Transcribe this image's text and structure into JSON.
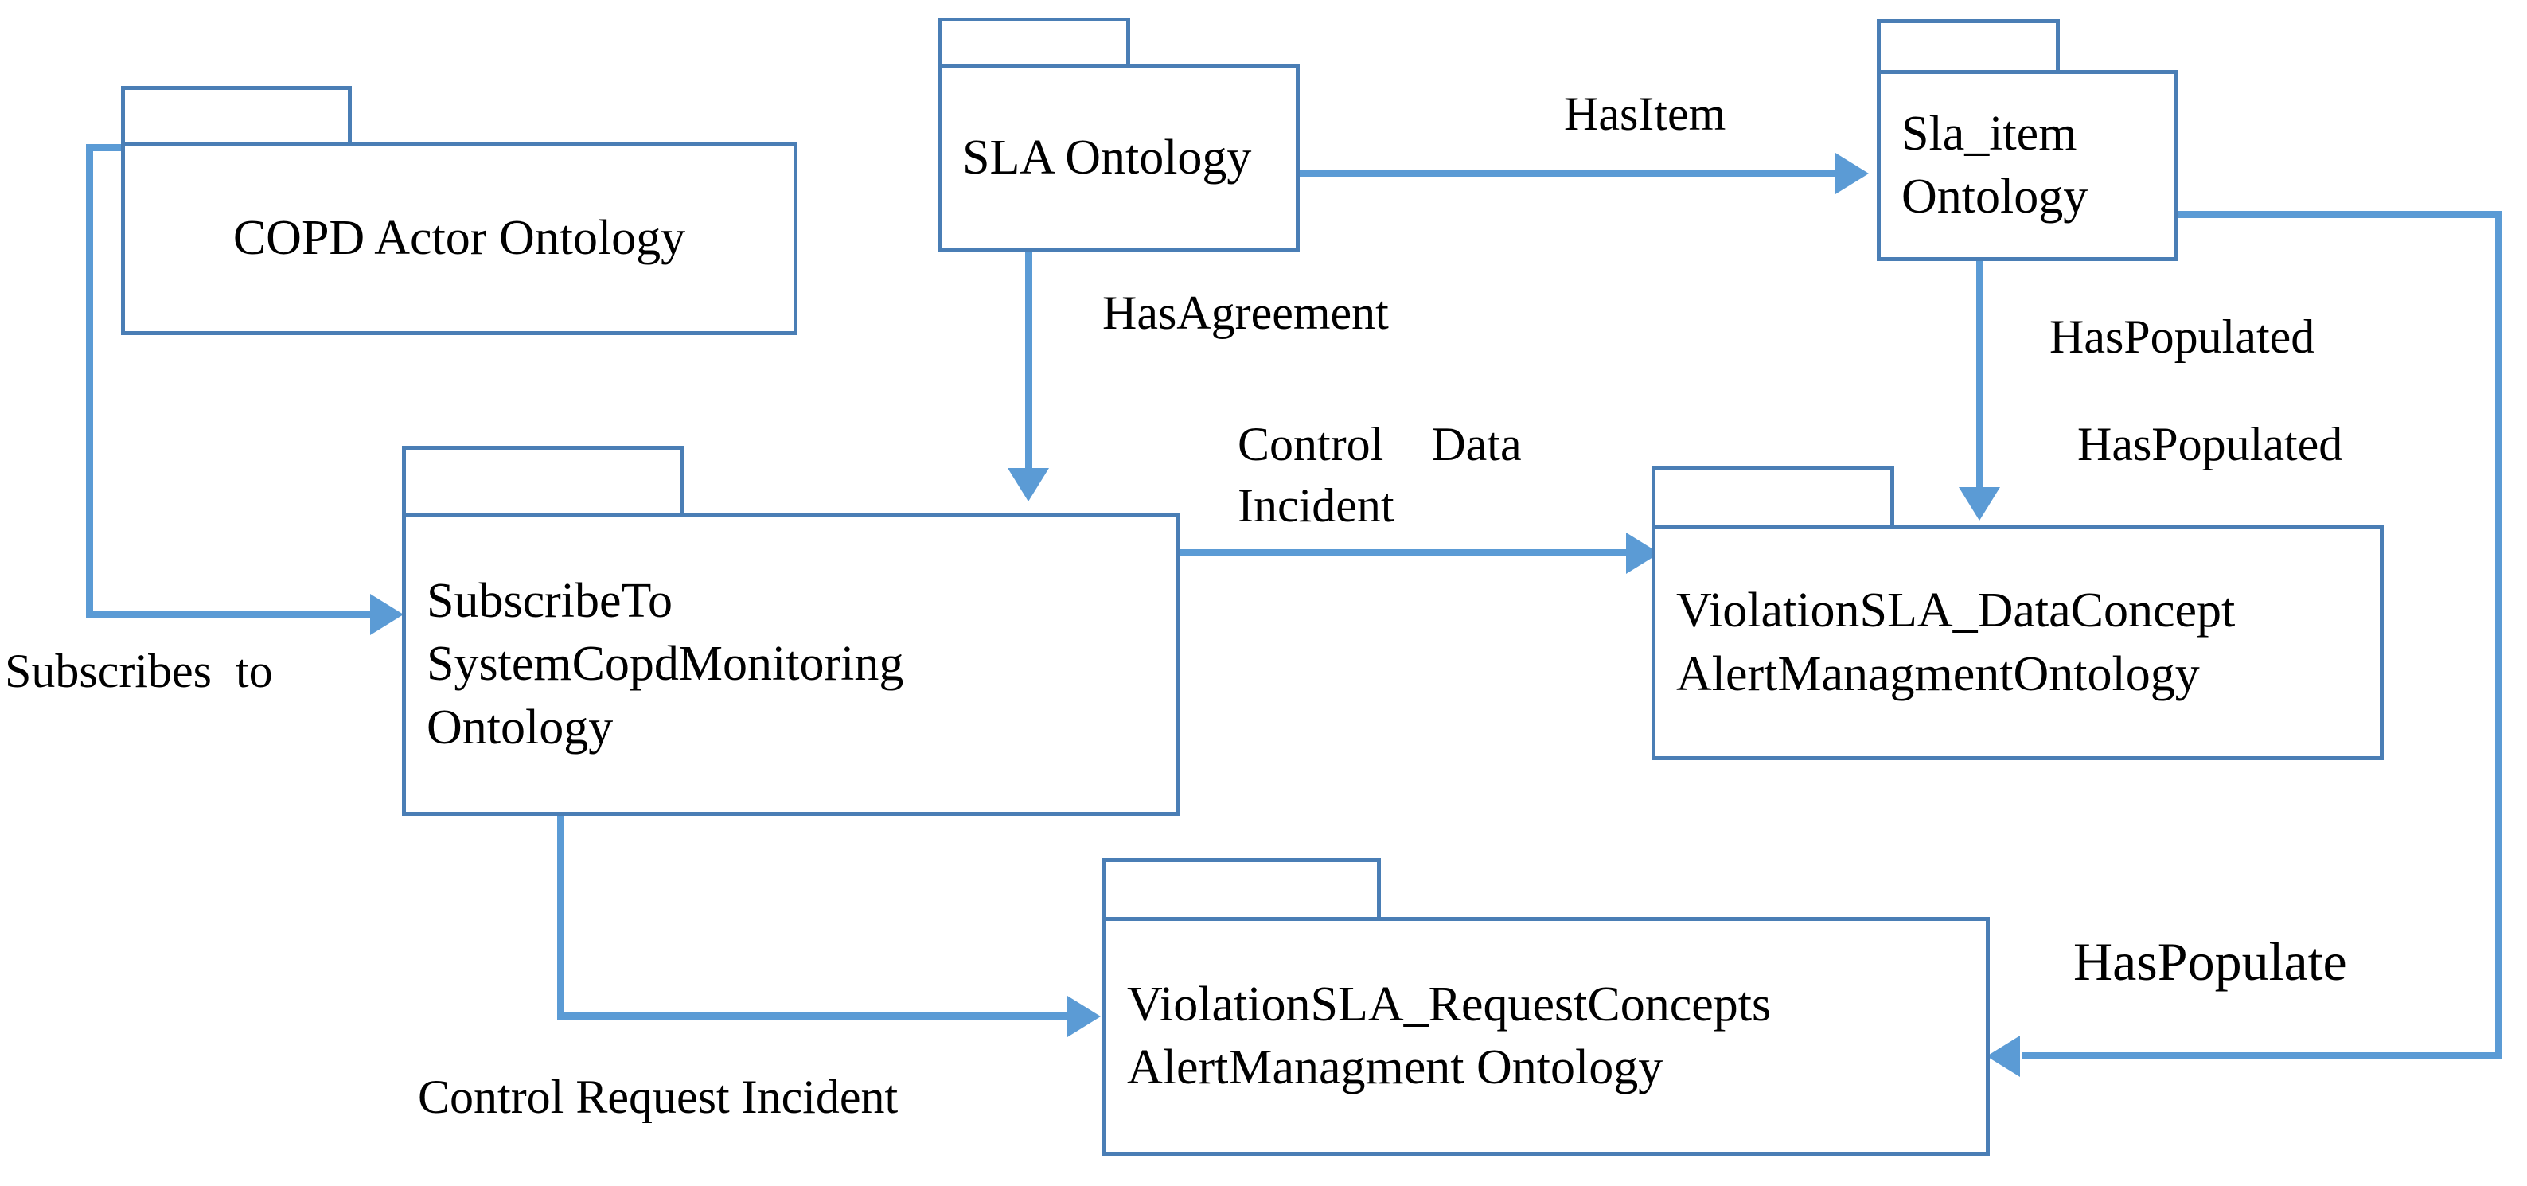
{
  "diagram": {
    "type": "uml-package-diagram",
    "title": "Ontology package dependency diagram",
    "colors": {
      "package_border": "#4A7EB5",
      "connector": "#5B9BD5",
      "text": "#000000",
      "background": "#FFFFFF"
    }
  },
  "packages": [
    {
      "id": "copd_actor",
      "label": "COPD Actor Ontology"
    },
    {
      "id": "sla",
      "label": "SLA Ontology"
    },
    {
      "id": "sla_item",
      "label": "Sla_item\nOntology"
    },
    {
      "id": "subscribe_to",
      "label": "SubscribeTo\nSystemCopdMonitoring\nOntology"
    },
    {
      "id": "violation_data",
      "label": "ViolationSLA_DataConcept\nAlertManagmentOntology"
    },
    {
      "id": "violation_request",
      "label": "ViolationSLA_RequestConcepts\nAlertManagment Ontology"
    }
  ],
  "connectors": [
    {
      "id": "subscribes_to",
      "label": "Subscribes  to",
      "from": "copd_actor",
      "to": "subscribe_to"
    },
    {
      "id": "has_item",
      "label": "HasItem",
      "from": "sla",
      "to": "sla_item"
    },
    {
      "id": "has_agreement",
      "label": "HasAgreement",
      "from": "sla",
      "to": "subscribe_to"
    },
    {
      "id": "control_data_incident",
      "label": "Control    Data\nIncident",
      "from": "subscribe_to",
      "to": "violation_data"
    },
    {
      "id": "has_populated_1",
      "label": "HasPopulated",
      "from": "sla_item",
      "to": "violation_data"
    },
    {
      "id": "has_populated_2",
      "label": "HasPopulated",
      "from": "sla_item",
      "to": "violation_data"
    },
    {
      "id": "control_request_incident",
      "label": "Control Request Incident",
      "from": "subscribe_to",
      "to": "violation_request"
    },
    {
      "id": "has_populate",
      "label": "HasPopulate",
      "from": "sla_item",
      "to": "violation_request"
    }
  ]
}
